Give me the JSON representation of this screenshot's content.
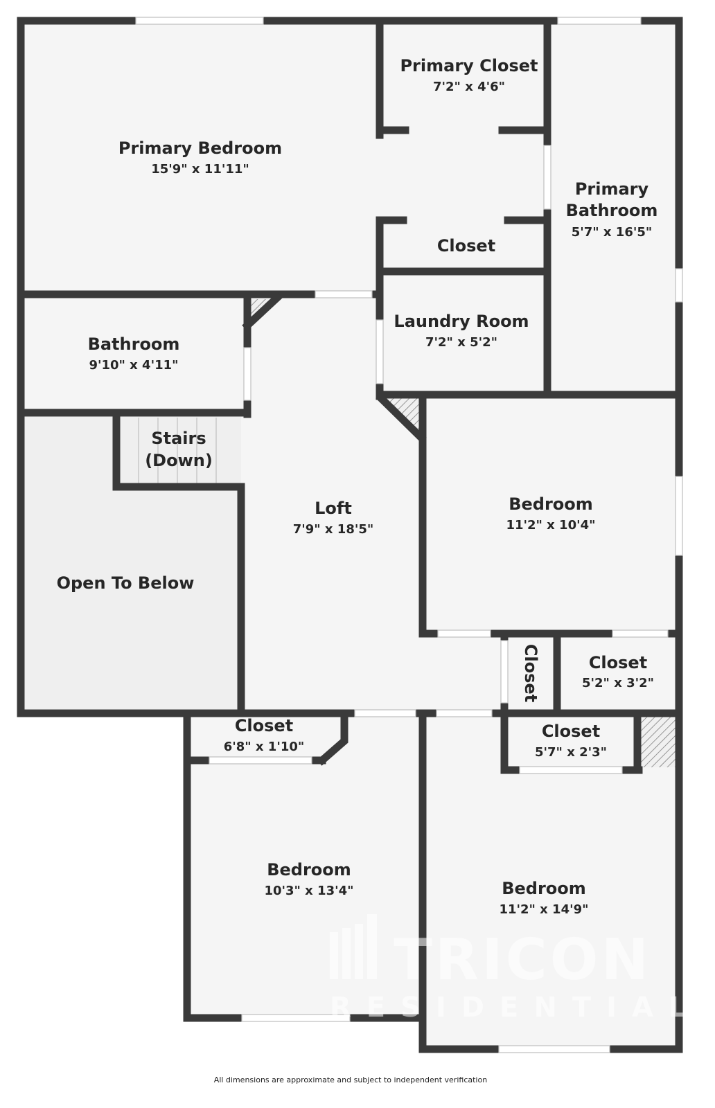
{
  "rooms": {
    "primary_bedroom": {
      "name": "Primary Bedroom",
      "dims": "15'9\" x 11'11\""
    },
    "primary_closet": {
      "name": "Primary Closet",
      "dims": "7'2\" x 4'6\""
    },
    "closet_hall": {
      "name": "Closet"
    },
    "primary_bathroom": {
      "name_line1": "Primary",
      "name_line2": "Bathroom",
      "dims": "5'7\" x 16'5\""
    },
    "laundry_room": {
      "name": "Laundry Room",
      "dims": "7'2\" x 5'2\""
    },
    "bathroom": {
      "name": "Bathroom",
      "dims": "9'10\" x 4'11\""
    },
    "stairs": {
      "name_line1": "Stairs",
      "name_line2": "(Down)"
    },
    "loft": {
      "name": "Loft",
      "dims": "7'9\" x 18'5\""
    },
    "open_to_below": {
      "name": "Open To Below"
    },
    "bedroom_east": {
      "name": "Bedroom",
      "dims": "11'2\" x 10'4\""
    },
    "closet_vertical": {
      "name": "Closet"
    },
    "closet_east": {
      "name": "Closet",
      "dims": "5'2\" x 3'2\""
    },
    "closet_sw": {
      "name": "Closet",
      "dims": "6'8\" x 1'10\""
    },
    "closet_se": {
      "name": "Closet",
      "dims": "5'7\" x 2'3\""
    },
    "bedroom_sw": {
      "name": "Bedroom",
      "dims": "10'3\" x 13'4\""
    },
    "bedroom_se": {
      "name": "Bedroom",
      "dims": "11'2\" x 14'9\""
    }
  },
  "watermark": {
    "line1": "TRICON",
    "line2": "RESIDENTIAL"
  },
  "footnote": "All dimensions are approximate and subject to independent verification",
  "colors": {
    "wall": "#3a3a3a",
    "floor": "#f5f5f5",
    "open_area": "#efefef",
    "window": "#ffffff"
  }
}
